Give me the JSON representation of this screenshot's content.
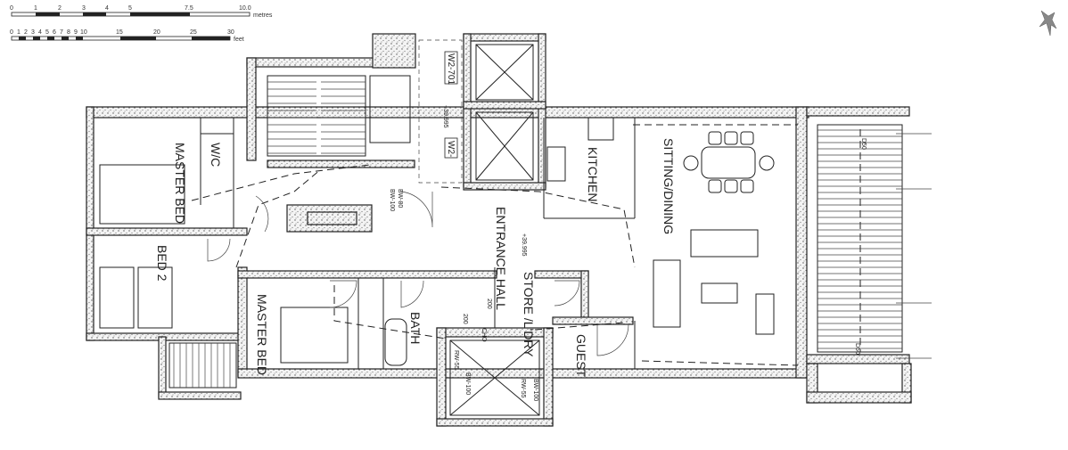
{
  "scale_metres": {
    "ticks": [
      "0",
      "1",
      "2",
      "3",
      "4",
      "5",
      "7.5",
      "10.0"
    ],
    "unit": "metres"
  },
  "scale_feet": {
    "ticks": [
      "0",
      "1",
      "2",
      "3",
      "4",
      "5",
      "6",
      "7",
      "8",
      "9",
      "10",
      "15",
      "20",
      "25",
      "30"
    ],
    "unit": "feet"
  },
  "rooms": {
    "master_bed_1": "MASTER BED",
    "wic": "W/C",
    "bed_2": "BED 2",
    "master_bed_2": "MASTER BED",
    "bath": "BATH",
    "entrance_hall": "ENTRANCE HALL",
    "store_laundry": "STORE /L'DRY",
    "guest": "GUEST",
    "kitchen": "KITCHEN",
    "sitting_dining": "SITTING/DINING"
  },
  "annotations": {
    "w2_701": "W2-701",
    "w2": "W2-",
    "level_1": "+39.995",
    "level_2": "+39.995",
    "bw80": "BW-80",
    "bw100_a": "BW-100",
    "bw100_b": "BW-100",
    "bw100_c": "BW-100",
    "rw55_a": "RW-55",
    "rw55_b": "RW-55",
    "d50_a": "D50",
    "d50_b": "D50",
    "dim_200_a": "200",
    "dim_200_b": "200",
    "cho": "CHO"
  }
}
